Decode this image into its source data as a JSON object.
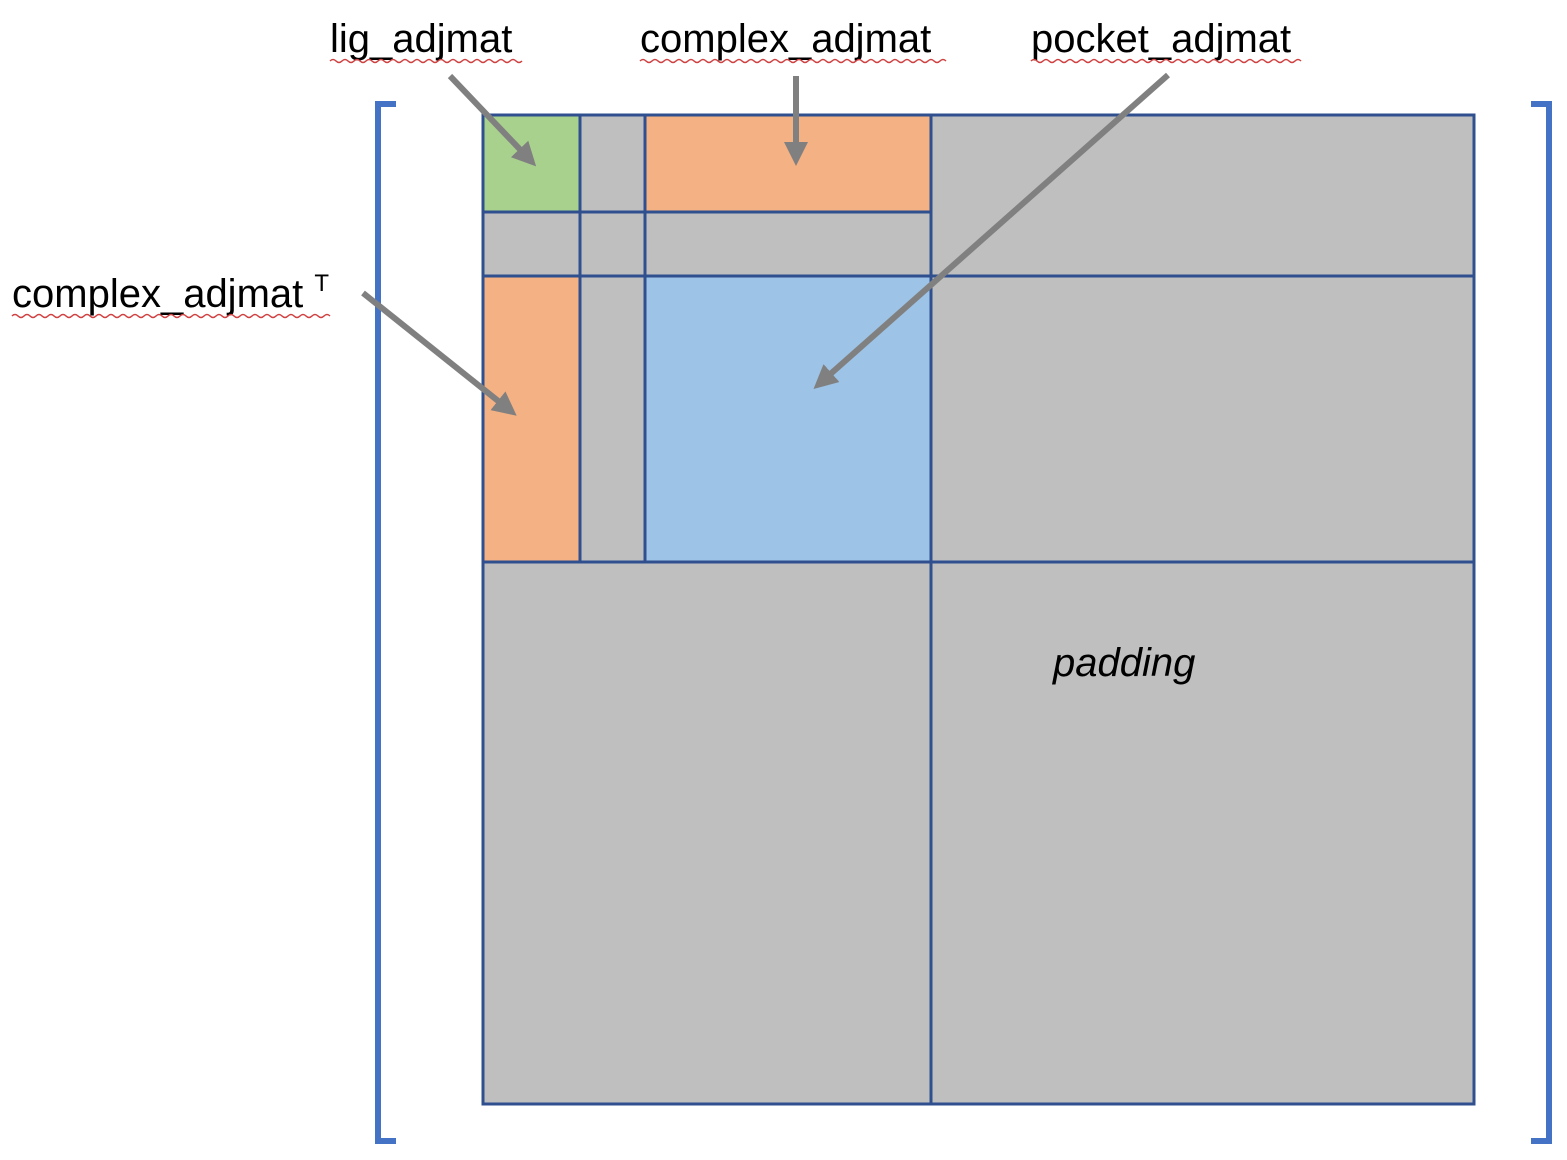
{
  "labels": {
    "lig_adjmat": "lig_adjmat",
    "complex_adjmat": "complex_adjmat",
    "pocket_adjmat": "pocket_adjmat",
    "complex_adjmat_transpose": "complex_adjmat",
    "transpose_superscript": "T",
    "padding": "padding"
  },
  "colors": {
    "lig_adjmat": "#a9d18e",
    "complex_adjmat": "#f4b183",
    "pocket_adjmat": "#9dc3e6",
    "empty": "#bfbfbf",
    "cell_border": "#2f4f8f",
    "bracket": "#4472c4",
    "arrow": "#808080"
  }
}
